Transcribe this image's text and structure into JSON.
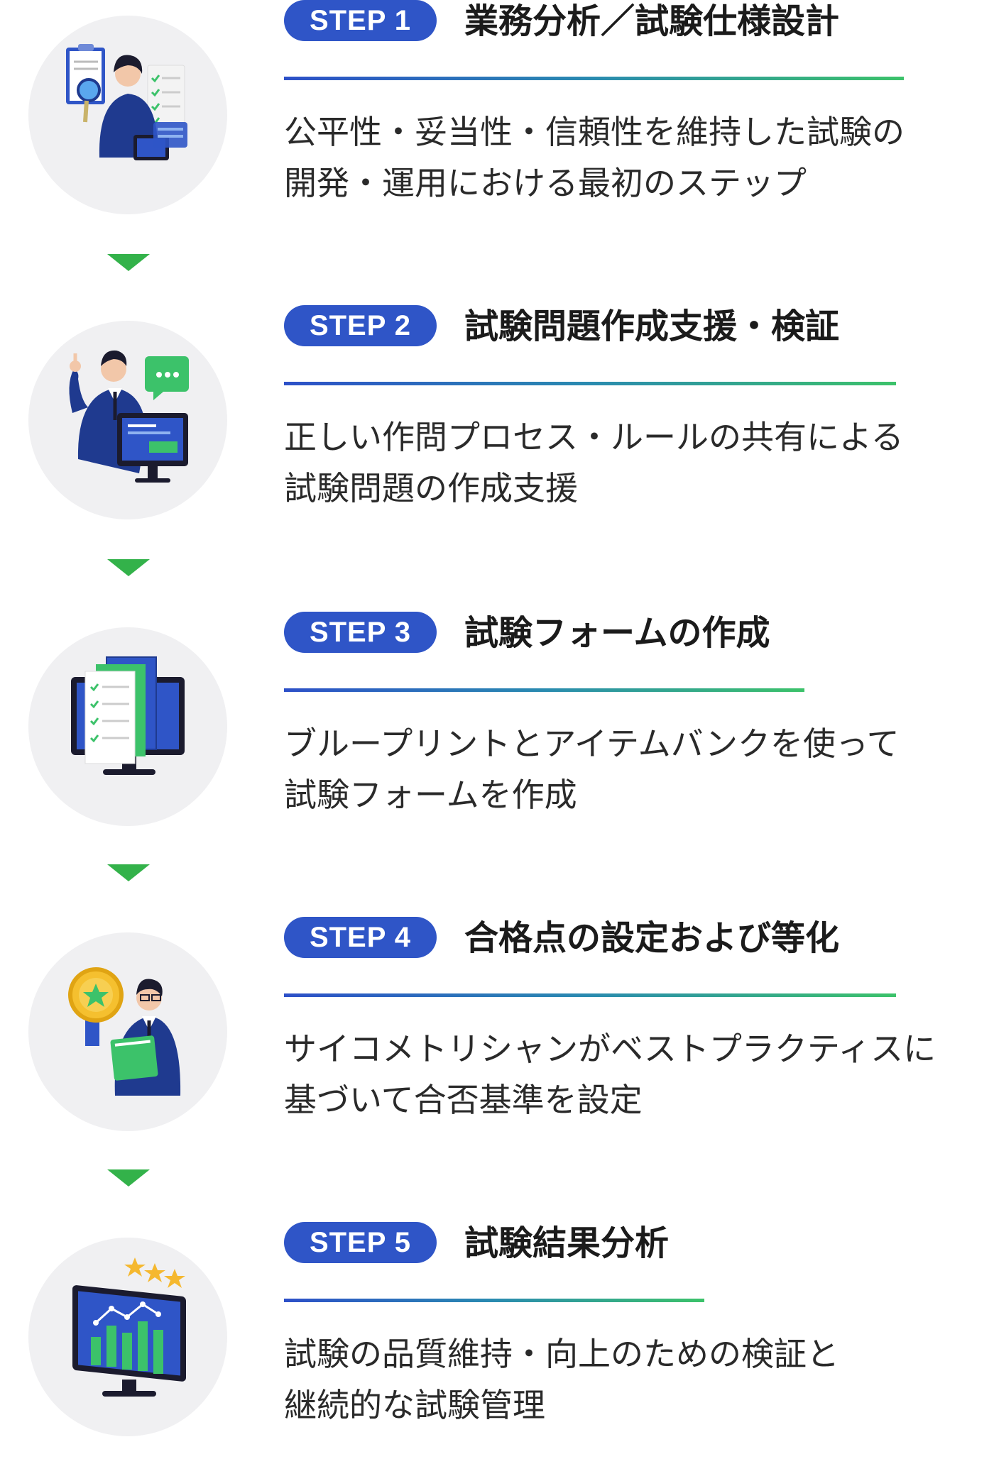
{
  "steps": [
    {
      "badge": "STEP 1",
      "title": "業務分析／試験仕様設計",
      "lines": [
        "公平性・妥当性・信頼性を維持した試験の",
        "開発・運用における最初のステップ"
      ],
      "icon": "analyst-clipboard-icon"
    },
    {
      "badge": "STEP 2",
      "title": "試験問題作成支援・検証",
      "lines": [
        "正しい作問プロセス・ルールの共有による",
        "試験問題の作成支援"
      ],
      "icon": "presenter-monitor-icon"
    },
    {
      "badge": "STEP 3",
      "title": "試験フォームの作成",
      "lines": [
        "ブループリントとアイテムバンクを使って",
        "試験フォームを作成"
      ],
      "icon": "monitor-documents-icon"
    },
    {
      "badge": "STEP 4",
      "title": "合格点の設定および等化",
      "lines": [
        "サイコメトリシャンがベストプラクティスに",
        "基づいて合否基準を設定"
      ],
      "icon": "psychometrician-medal-icon"
    },
    {
      "badge": "STEP 5",
      "title": "試験結果分析",
      "lines": [
        "試験の品質維持・向上のための検証と",
        "継続的な試験管理"
      ],
      "icon": "results-chart-monitor-icon"
    }
  ],
  "colors": {
    "badge": "#2f55c7",
    "arrow": "#33b24a",
    "circle": "#f0f0f2",
    "rule_start": "#2d50c8",
    "rule_end": "#3cc26a"
  }
}
